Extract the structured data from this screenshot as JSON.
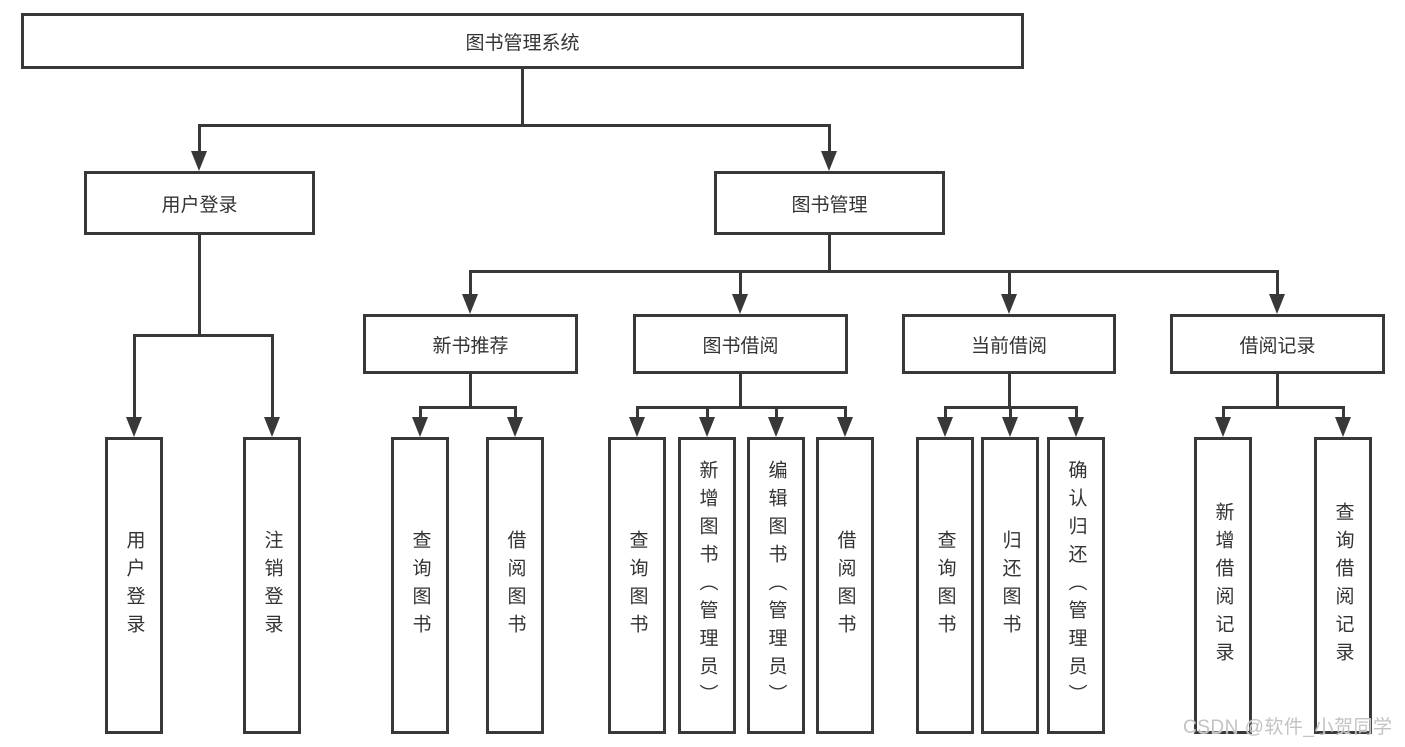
{
  "diagram": {
    "root": "图书管理系统",
    "branches": [
      {
        "label": "用户登录",
        "children": [
          "用户登录",
          "注销登录"
        ]
      },
      {
        "label": "图书管理",
        "groups": [
          {
            "label": "新书推荐",
            "children": [
              "查询图书",
              "借阅图书"
            ]
          },
          {
            "label": "图书借阅",
            "children": [
              "查询图书",
              "新增图书（管理员）",
              "编辑图书（管理员）",
              "借阅图书"
            ]
          },
          {
            "label": "当前借阅",
            "children": [
              "查询图书",
              "归还图书",
              "确认归还（管理员）"
            ]
          },
          {
            "label": "借阅记录",
            "children": [
              "新增借阅记录",
              "查询借阅记录"
            ]
          }
        ]
      }
    ]
  },
  "watermark": "CSDN @软件_小贺同学",
  "colors": {
    "line": "#383838",
    "text": "#333333",
    "background": "#ffffff",
    "watermark": "#c3c3c3"
  }
}
